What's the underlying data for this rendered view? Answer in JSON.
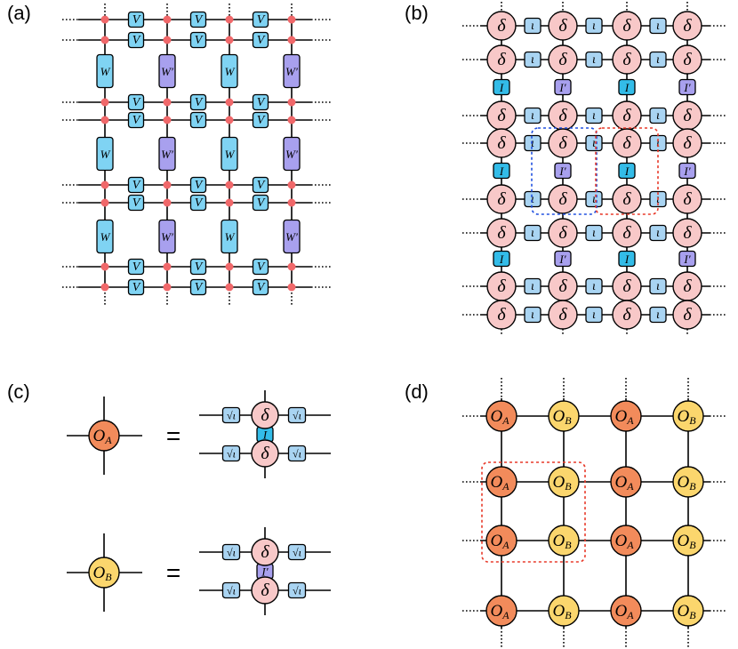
{
  "panels": {
    "a": {
      "label": "(a)",
      "tensor_v": "V",
      "tensor_w": "W",
      "tensor_w_prime": "W′"
    },
    "b": {
      "label": "(b)",
      "delta": "δ",
      "iota": "ι",
      "tensor_i": "I",
      "tensor_i_prime": "I′"
    },
    "c": {
      "label": "(c)",
      "oa_main": "O",
      "oa_sub": "A",
      "ob_main": "O",
      "ob_sub": "B",
      "equals": "=",
      "delta": "δ",
      "sqrt_iota": "√ι",
      "tensor_i": "I",
      "tensor_i_prime": "I′"
    },
    "d": {
      "label": "(d)",
      "oa_main": "O",
      "oa_sub": "A",
      "ob_main": "O",
      "ob_sub": "B"
    }
  },
  "colors": {
    "line": "#000000",
    "red_dot": "#f0686a",
    "blue_box": "#7fd3f3",
    "purple_box": "#a8a0ee",
    "cyan_box": "#33bce8",
    "light_blue_box": "#a9d4f2",
    "delta_circle": "#f8c8c8",
    "orange_circle": "#f28b5b",
    "yellow_circle": "#fbd66d",
    "blue_dash": "#2050e0",
    "red_dash": "#e83a2a"
  }
}
